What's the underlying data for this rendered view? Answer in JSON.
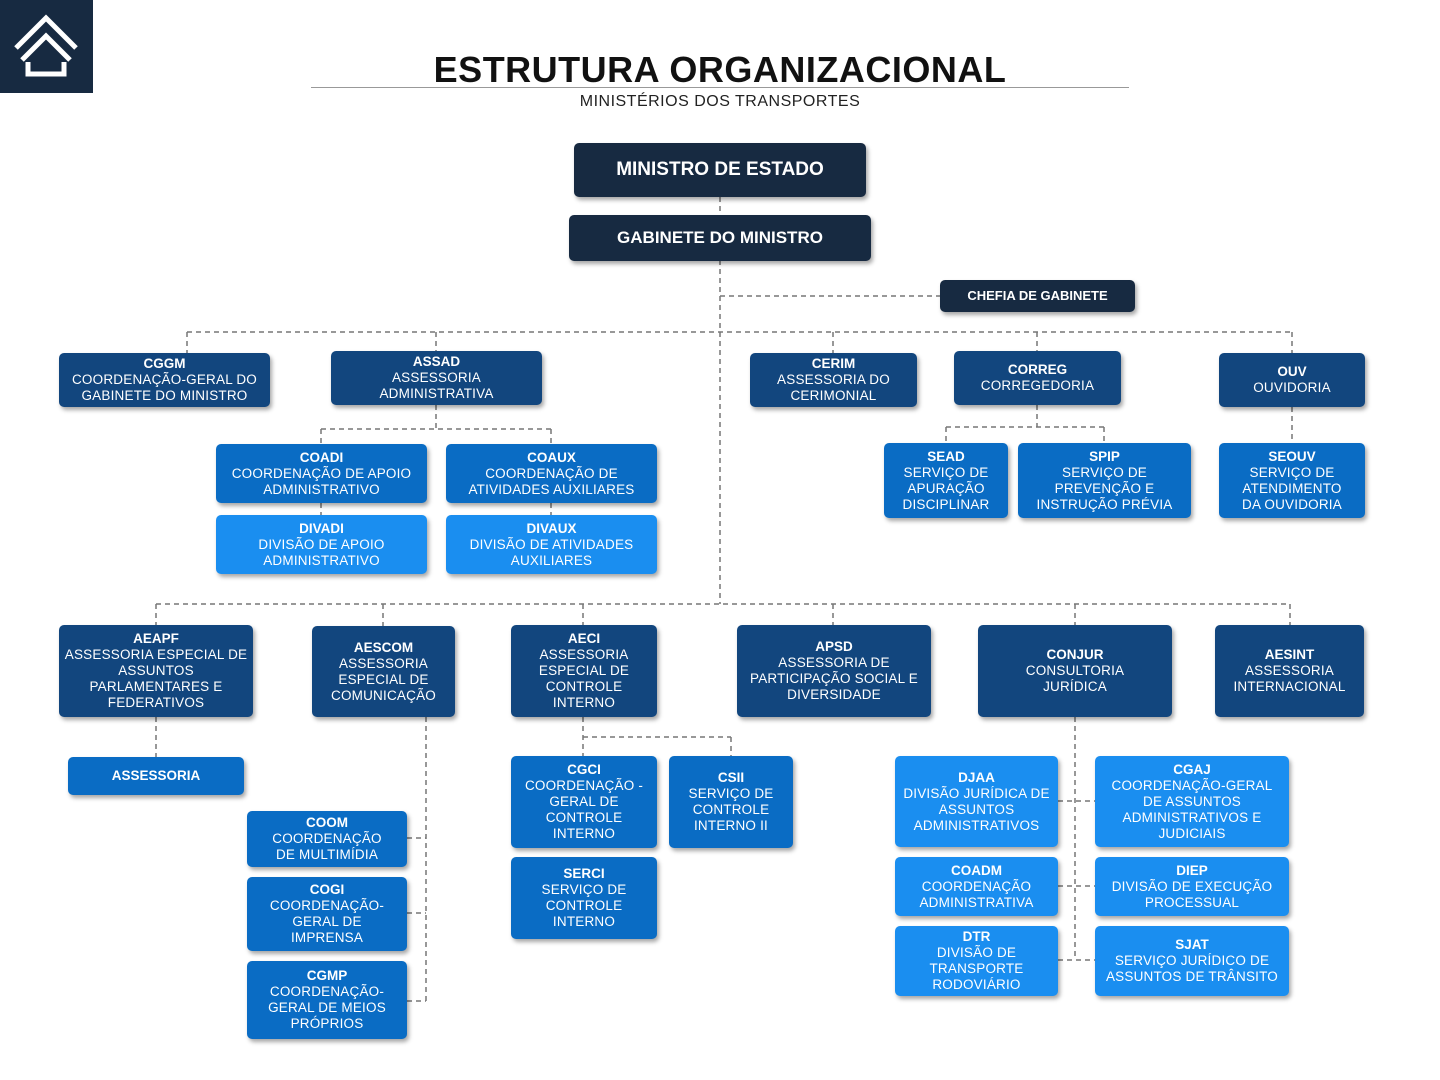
{
  "title": "ESTRUTURA ORGANIZACIONAL",
  "subtitle": "MINISTÉRIOS DOS TRANSPORTES",
  "logo_icon": "house-chevron-icon",
  "colors": {
    "dark": "#172a41",
    "navy": "#12467e",
    "mid": "#0a6cc4",
    "light": "#1a8ef0",
    "connector": "#777777"
  },
  "nodes": {
    "ministro": {
      "abbr": "MINISTRO DE ESTADO",
      "desc": ""
    },
    "gabinete": {
      "abbr": "GABINETE DO MINISTRO",
      "desc": ""
    },
    "chefia": {
      "abbr": "CHEFIA DE GABINETE",
      "desc": ""
    },
    "cggm": {
      "abbr": "CGGM",
      "desc": "COORDENAÇÃO-GERAL DO GABINETE DO MINISTRO"
    },
    "assad": {
      "abbr": "ASSAD",
      "desc": "ASSESSORIA ADMINISTRATIVA"
    },
    "cerim": {
      "abbr": "CERIM",
      "desc": "ASSESSORIA DO CERIMONIAL"
    },
    "correg": {
      "abbr": "CORREG",
      "desc": "CORREGEDORIA"
    },
    "ouv": {
      "abbr": "OUV",
      "desc": "OUVIDORIA"
    },
    "coadi": {
      "abbr": "COADI",
      "desc": "COORDENAÇÃO DE APOIO ADMINISTRATIVO"
    },
    "coaux": {
      "abbr": "COAUX",
      "desc": "COORDENAÇÃO DE ATIVIDADES AUXILIARES"
    },
    "divadi": {
      "abbr": "DIVADI",
      "desc": "DIVISÃO DE APOIO ADMINISTRATIVO"
    },
    "divaux": {
      "abbr": "DIVAUX",
      "desc": "DIVISÃO DE ATIVIDADES AUXILIARES"
    },
    "sead": {
      "abbr": "SEAD",
      "desc": "SERVIÇO DE APURAÇÃO DISCIPLINAR"
    },
    "spip": {
      "abbr": "SPIP",
      "desc": "SERVIÇO DE PREVENÇÃO E INSTRUÇÃO PRÉVIA"
    },
    "seouv": {
      "abbr": "SEOUV",
      "desc": "SERVIÇO DE ATENDIMENTO DA OUVIDORIA"
    },
    "aeapf": {
      "abbr": "AEAPF",
      "desc": "ASSESSORIA ESPECIAL DE ASSUNTOS PARLAMENTARES E FEDERATIVOS"
    },
    "aescom": {
      "abbr": "AESCOM",
      "desc": "ASSESSORIA ESPECIAL DE COMUNICAÇÃO"
    },
    "aeci": {
      "abbr": "AECI",
      "desc": "ASSESSORIA ESPECIAL DE CONTROLE INTERNO"
    },
    "apsd": {
      "abbr": "APSD",
      "desc": "ASSESSORIA DE PARTICIPAÇÃO SOCIAL E DIVERSIDADE"
    },
    "conjur": {
      "abbr": "CONJUR",
      "desc": "CONSULTORIA JURÍDICA"
    },
    "aesint": {
      "abbr": "AESINT",
      "desc": "ASSESSORIA INTERNACIONAL"
    },
    "assessoria": {
      "abbr": "ASSESSORIA",
      "desc": ""
    },
    "coom": {
      "abbr": "COOM",
      "desc": "COORDENAÇÃO DE MULTIMÍDIA"
    },
    "cogi": {
      "abbr": "COGI",
      "desc": "COORDENAÇÃO-GERAL DE IMPRENSA"
    },
    "cgmp": {
      "abbr": "CGMP",
      "desc": "COORDENAÇÃO-GERAL DE MEIOS PRÓPRIOS"
    },
    "cgci": {
      "abbr": "CGCI",
      "desc": "COORDENAÇÃO -GERAL DE CONTROLE INTERNO"
    },
    "csii": {
      "abbr": "CSII",
      "desc": "SERVIÇO DE CONTROLE INTERNO II"
    },
    "serci": {
      "abbr": "SERCI",
      "desc": "SERVIÇO DE CONTROLE INTERNO"
    },
    "djaa": {
      "abbr": "DJAA",
      "desc": "DIVISÃO JURÍDICA DE ASSUNTOS ADMINISTRATIVOS"
    },
    "cgaj": {
      "abbr": "CGAJ",
      "desc": "COORDENAÇÃO-GERAL DE ASSUNTOS ADMINISTRATIVOS E JUDICIAIS"
    },
    "coadm": {
      "abbr": "COADM",
      "desc": "COORDENAÇÃO ADMINISTRATIVA"
    },
    "diep": {
      "abbr": "DIEP",
      "desc": "DIVISÃO DE EXECUÇÃO PROCESSUAL"
    },
    "dtr": {
      "abbr": "DTR",
      "desc": "DIVISÃO DE TRANSPORTE RODOVIÁRIO"
    },
    "sjat": {
      "abbr": "SJAT",
      "desc": "SERVIÇO JURÍDICO DE ASSUNTOS DE TRÂNSITO"
    }
  }
}
